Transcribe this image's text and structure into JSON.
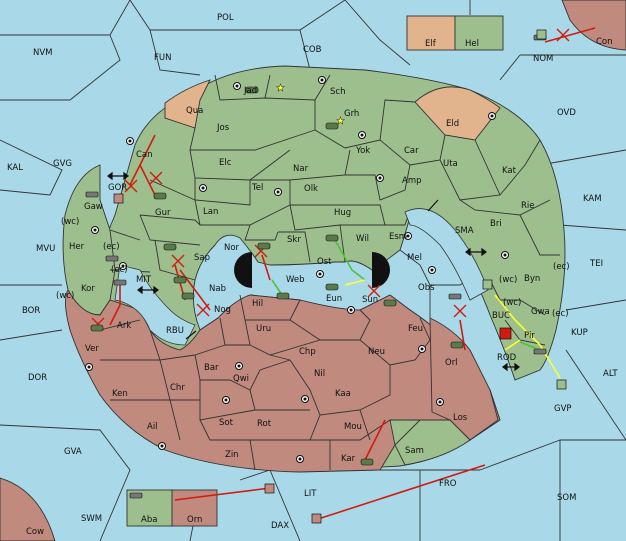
{
  "map": {
    "sea_color": "#a9d9e8",
    "colors": {
      "green": "#9dbf8d",
      "red": "#c08a7e",
      "tan": "#e2b48d",
      "order_red": "#d21a10",
      "order_green": "#4fc13a",
      "order_yellow": "#ffff33"
    },
    "labels": {
      "POL": "POL",
      "NVM": "NVM",
      "FUN": "FUN",
      "COB": "COB",
      "NOM": "NOM",
      "Con": "Con",
      "OVD": "OVD",
      "KAL": "KAL",
      "GVG": "GVG",
      "KAM": "KAM",
      "MVU": "MVU",
      "TEI": "TEI",
      "BOR": "BOR",
      "DOR": "DOR",
      "GVA": "GVA",
      "SWM": "SWM",
      "Cow": "Cow",
      "LIT": "LIT",
      "DAX": "DAX",
      "FRO": "FRO",
      "SOM": "SOM",
      "ALT": "ALT",
      "KUP": "KUP",
      "GVP": "GVP",
      "SMA": "SMA",
      "MIT": "MIT",
      "RBU": "RBU",
      "BUC": "BUC",
      "ROD": "ROD",
      "Elf": "Elf",
      "Hel": "Hel",
      "Aba": "Aba",
      "Orn": "Orn",
      "Jad": "Jad",
      "Sch": "Sch",
      "Grh": "Grh",
      "Qua": "Qua",
      "Jos": "Jos",
      "Eld": "Eld",
      "Can": "Can",
      "Elc": "Elc",
      "Nar": "Nar",
      "Yok": "Yok",
      "Car": "Car",
      "Uta": "Uta",
      "Kat": "Kat",
      "Gaw": "Gaw",
      "GOR": "GOR",
      "Gur": "Gur",
      "Tel": "Tel",
      "Olk": "Olk",
      "Amp": "Amp",
      "Rie": "Rie",
      "Lan": "Lan",
      "Hug": "Hug",
      "Bri": "Bri",
      "Esm": "Esm",
      "Her": "Her",
      "Nor": "Nor",
      "Skr": "Skr",
      "Wil": "Wil",
      "Mel": "Mel",
      "Sap": "Sap",
      "Web": "Web",
      "Ost": "Ost",
      "Byn": "Byn",
      "Kor": "Kor",
      "Nab": "Nab",
      "Hil": "Hil",
      "Eun": "Eun",
      "Sun": "Sun",
      "Obs": "Obs",
      "Gwa": "Gwa",
      "Nog": "Nog",
      "Ark": "Ark",
      "Uru": "Uru",
      "Feu": "Feu",
      "Pir": "Pir",
      "Ver": "Ver",
      "Chp": "Chp",
      "Neu": "Neu",
      "Orl": "Orl",
      "Bar": "Bar",
      "Qwi": "Qwi",
      "Nil": "Nil",
      "Ken": "Ken",
      "Chr": "Chr",
      "Kaa": "Kaa",
      "Ail": "Ail",
      "Sot": "Sot",
      "Rot": "Rot",
      "Mou": "Mou",
      "Los": "Los",
      "Zin": "Zin",
      "Kar": "Kar",
      "Sam": "Sam",
      "wc1": "(wc)",
      "ec1": "(ec)",
      "ec2": "(ec)",
      "wc2": "(wc)",
      "wc3": "(wc)",
      "ec3": "(ec)",
      "wc4": "(wc)",
      "ec4": "(ec)"
    }
  }
}
